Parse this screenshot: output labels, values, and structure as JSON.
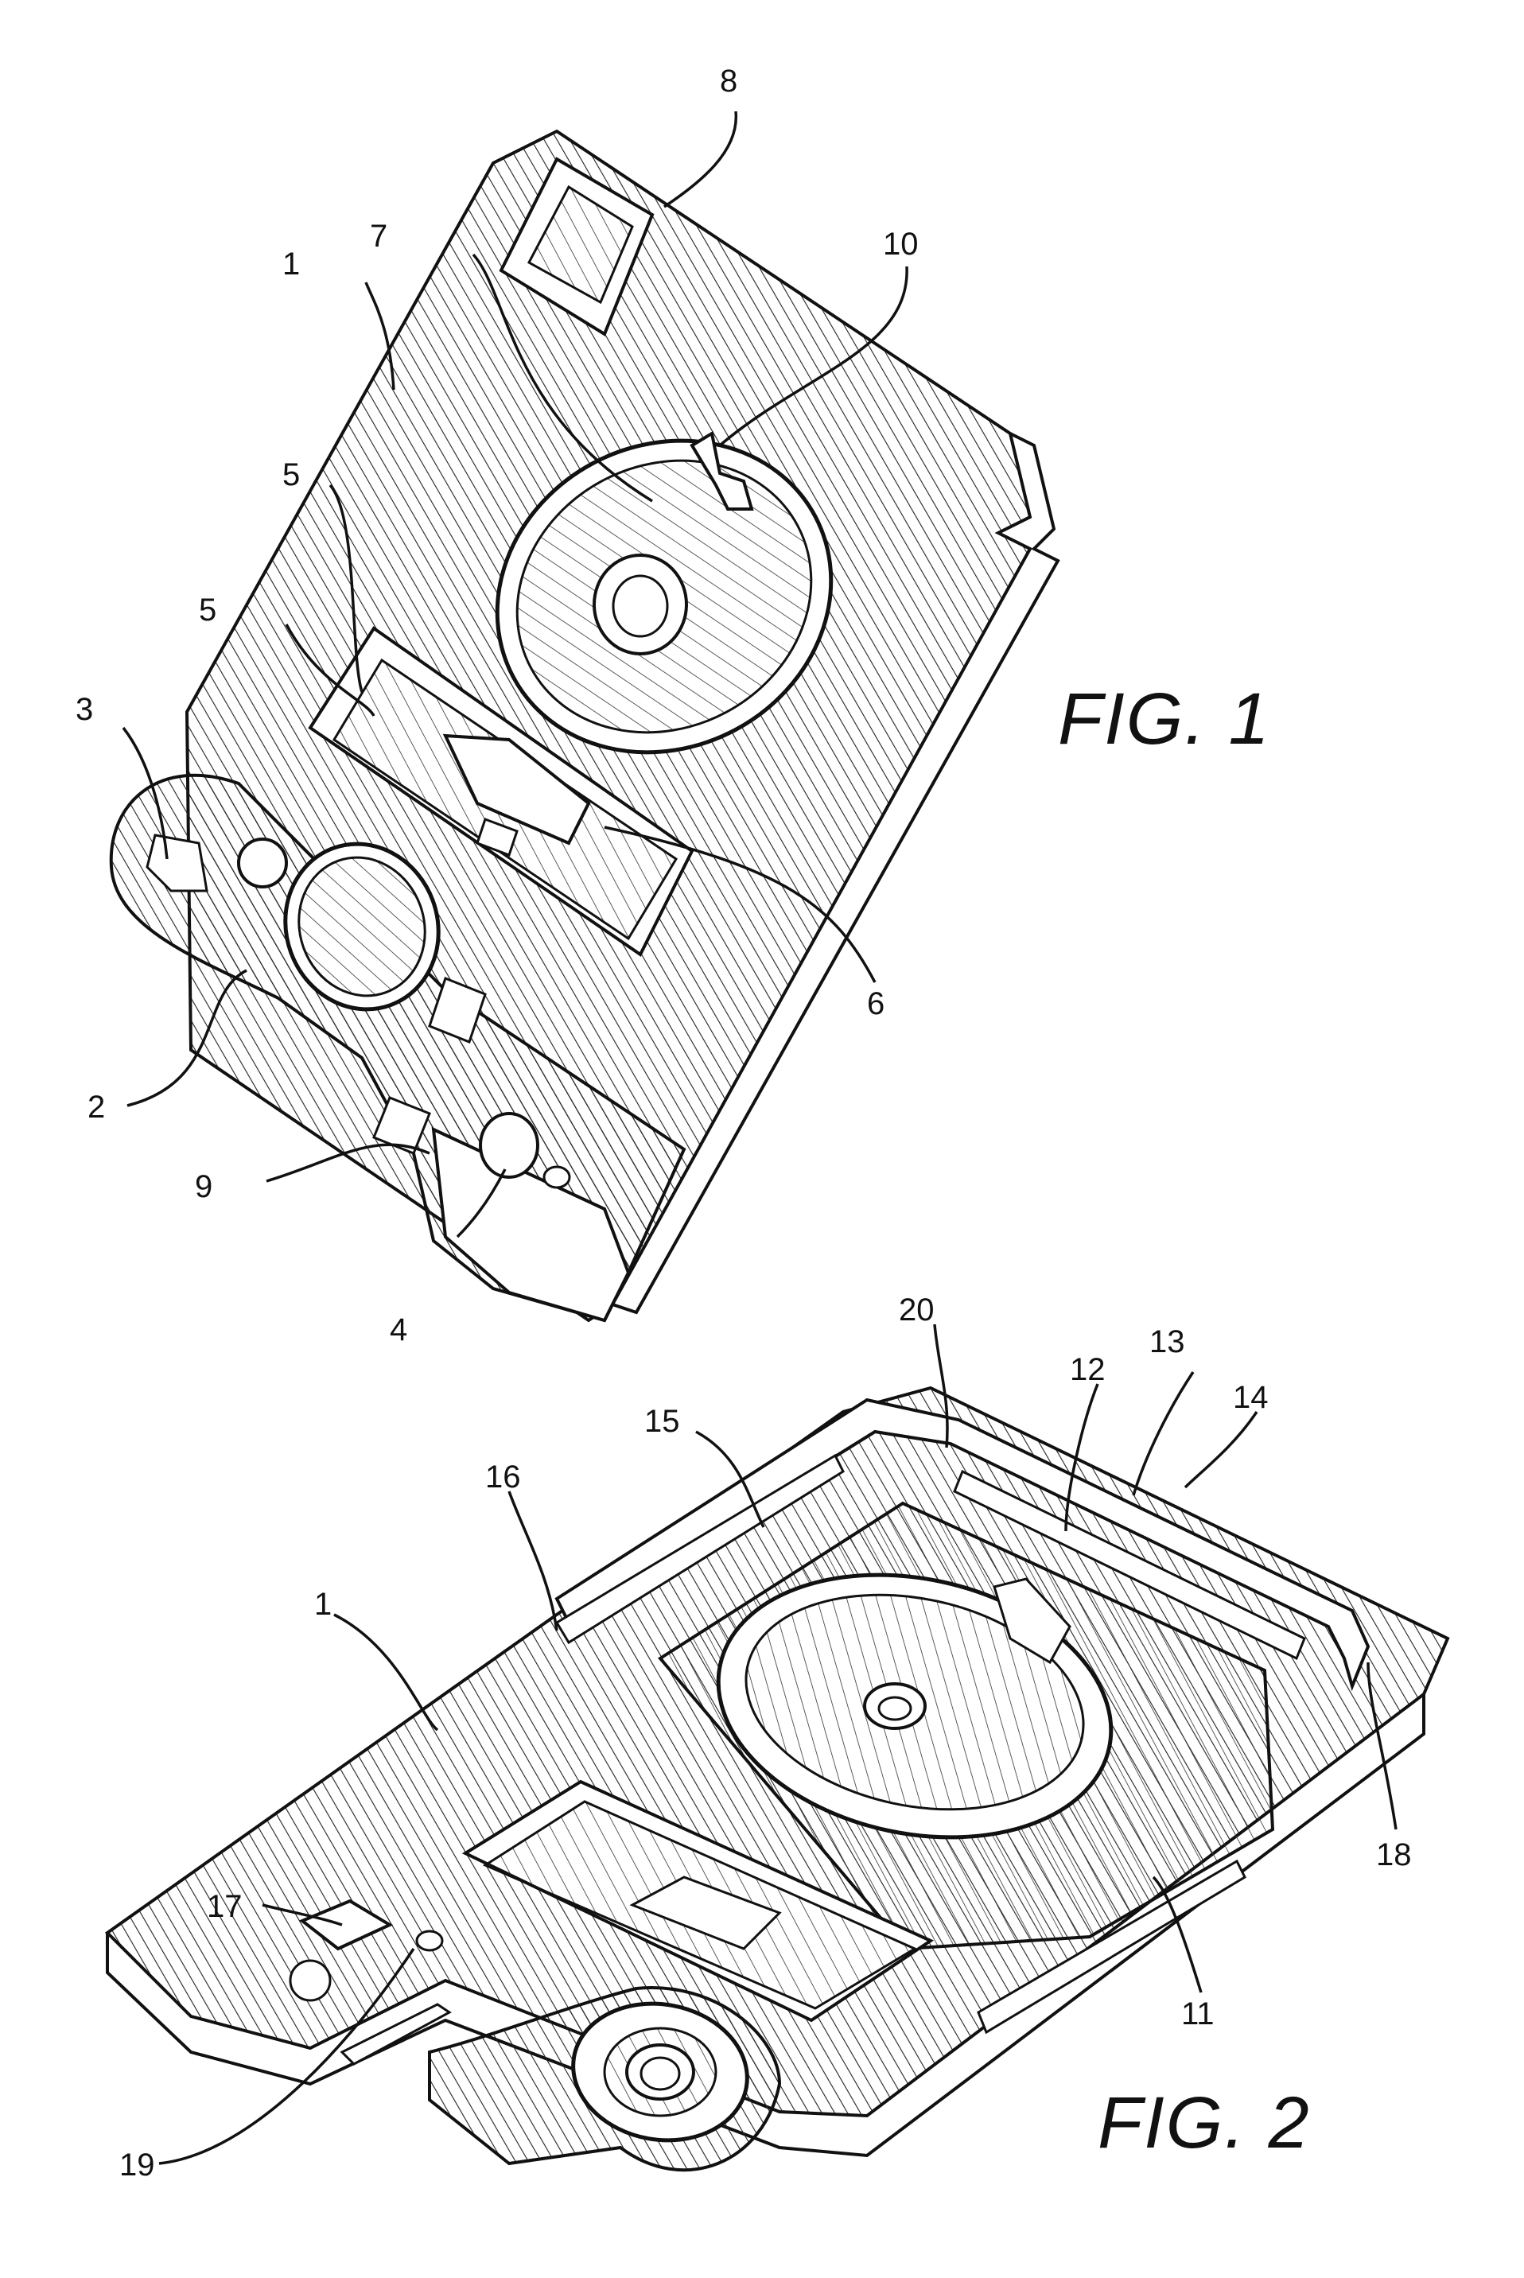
{
  "figures": [
    {
      "caption": "FIG. 1",
      "reference_numerals": [
        "1",
        "2",
        "3",
        "4",
        "5",
        "5",
        "6",
        "7",
        "8",
        "9",
        "10"
      ]
    },
    {
      "caption": "FIG. 2",
      "reference_numerals": [
        "1",
        "11",
        "12",
        "13",
        "14",
        "15",
        "16",
        "17",
        "18",
        "19",
        "20"
      ]
    }
  ]
}
